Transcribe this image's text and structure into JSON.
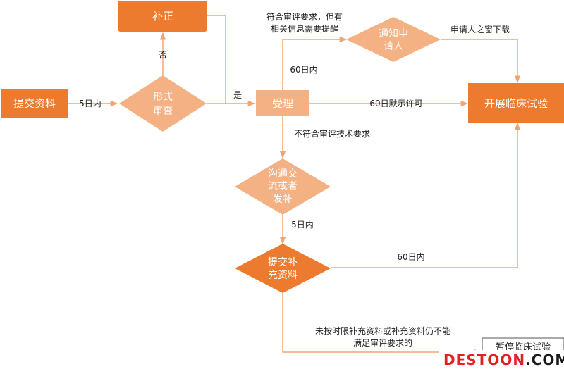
{
  "nodes": {
    "submit": "提交资料",
    "correction": "补正",
    "formal_review": [
      "形式",
      "审查"
    ],
    "acceptance": "受理",
    "notify": [
      "通知申",
      "请人"
    ],
    "start_trial": "开展临床试验",
    "communicate": [
      "沟通交",
      "流或者",
      "发补"
    ],
    "supplement": [
      "提交补",
      "充资料"
    ],
    "pause_trial": "暂停临床试验"
  },
  "edges": {
    "five_days_1": "5日内",
    "no": "否",
    "yes": "是",
    "meets_review_line1": "符合审评要求，但有",
    "meets_review_line2": "相关信息需要提醒",
    "sixty_days_notify": "60日内",
    "applicant_download": "申请人之窗下载",
    "sixty_days_silent": "60日默示许可",
    "not_meet_tech": "不符合审评技术要求",
    "five_days_2": "5日内",
    "sixty_days_supplement": "60日内",
    "fail_line1": "未按时限补充资料或补充资料仍不能",
    "fail_line2": "满足审评要求的"
  },
  "watermark": {
    "part1": "DESTOON",
    "part2": ".COM"
  },
  "colors": {
    "dark_orange": "#ec7a2f",
    "light_orange": "#f4b183",
    "line": "#f0a573"
  }
}
